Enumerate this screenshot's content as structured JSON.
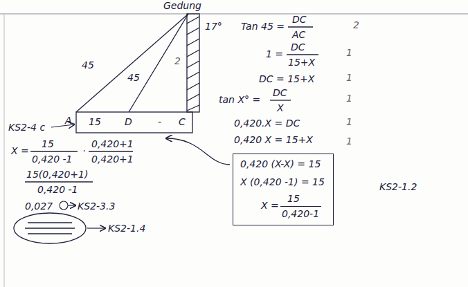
{
  "diagram": {
    "nodes": [
      {
        "text": [
          "0,420 (X-X) = 15",
          "X (0,420 -1) = 15",
          "X =",
          "15",
          "0,420-1"
        ]
      }
    ],
    "labels": [
      "Gedung",
      "45",
      "45",
      "2",
      "17°",
      "Tan 45 =",
      "DC",
      "AC",
      "2",
      "1 =",
      "DC",
      "15+X",
      "1",
      "DC = 15+X",
      "1",
      "tan X° =",
      "DC",
      "X",
      "1",
      "A",
      "15",
      "D",
      "-",
      "C",
      "0,420.X = DC",
      "1",
      "KS2-4 c",
      "0,420 X = 15+X",
      "1",
      "X =",
      "15",
      "0,420 -1",
      ".",
      "0,420+1",
      "0,420+1",
      "15(0,420+1)",
      "0,420 -1",
      "KS2-1.2",
      "0,027",
      "KS2-3.3",
      "KS2-1.4"
    ]
  }
}
